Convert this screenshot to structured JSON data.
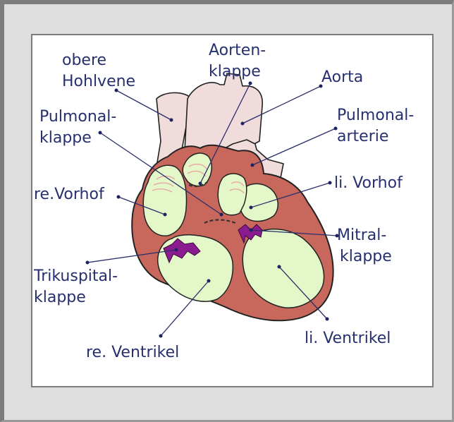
{
  "diagram": {
    "labels": {
      "superior_vena_cava": [
        "obere",
        "Hohlvene"
      ],
      "aortic_valve": [
        "Aorten-",
        "klappe"
      ],
      "aorta": [
        "Aorta"
      ],
      "pulmonary_valve": [
        "Pulmonal-",
        "klappe"
      ],
      "pulmonary_artery": [
        "Pulmonal-",
        "arterie"
      ],
      "right_atrium": [
        "re.Vorhof"
      ],
      "left_atrium": [
        "li. Vorhof"
      ],
      "mitral_valve": [
        "Mitral-",
        "klappe"
      ],
      "tricuspid_valve": [
        "Trikuspital-",
        "klappe"
      ],
      "left_ventricle": [
        "li. Ventrikel"
      ],
      "right_ventricle": [
        "re. Ventrikel"
      ]
    },
    "colors": {
      "vessels": "#f1dcdc",
      "myocardium": "#c8685c",
      "chambers": "#e4f7c9",
      "valves": "#8b1c8f",
      "label_text": "#27306f"
    }
  }
}
